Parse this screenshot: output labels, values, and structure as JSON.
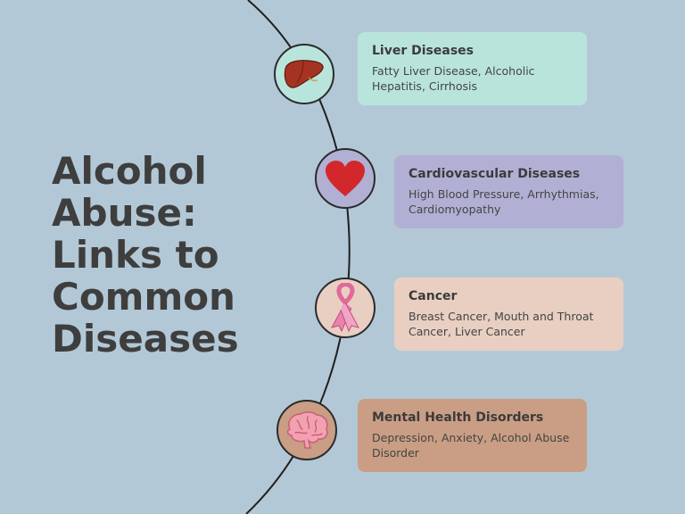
{
  "title_lines": [
    "Alcohol",
    "Abuse:",
    "Links to",
    "Common",
    "Diseases"
  ],
  "items": [
    {
      "title": "Liver Diseases",
      "description": "Fatty Liver Disease, Alcoholic Hepatitis, Cirrhosis",
      "icon": "liver-icon",
      "card_color": "#b9e4dc",
      "node_color": "#b9e4dc"
    },
    {
      "title": "Cardiovascular Diseases",
      "description": "High Blood Pressure, Arrhythmias, Cardiomyopathy",
      "icon": "heart-icon",
      "card_color": "#b1b0d4",
      "node_color": "#b1b0d4"
    },
    {
      "title": "Cancer",
      "description": "Breast Cancer, Mouth and Throat Cancer, Liver Cancer",
      "icon": "ribbon-icon",
      "card_color": "#e8cfc2",
      "node_color": "#e8cfc2"
    },
    {
      "title": "Mental Health Disorders",
      "description": "Depression, Anxiety, Alcohol Abuse Disorder",
      "icon": "brain-icon",
      "card_color": "#c99e84",
      "node_color": "#c99e84"
    }
  ]
}
